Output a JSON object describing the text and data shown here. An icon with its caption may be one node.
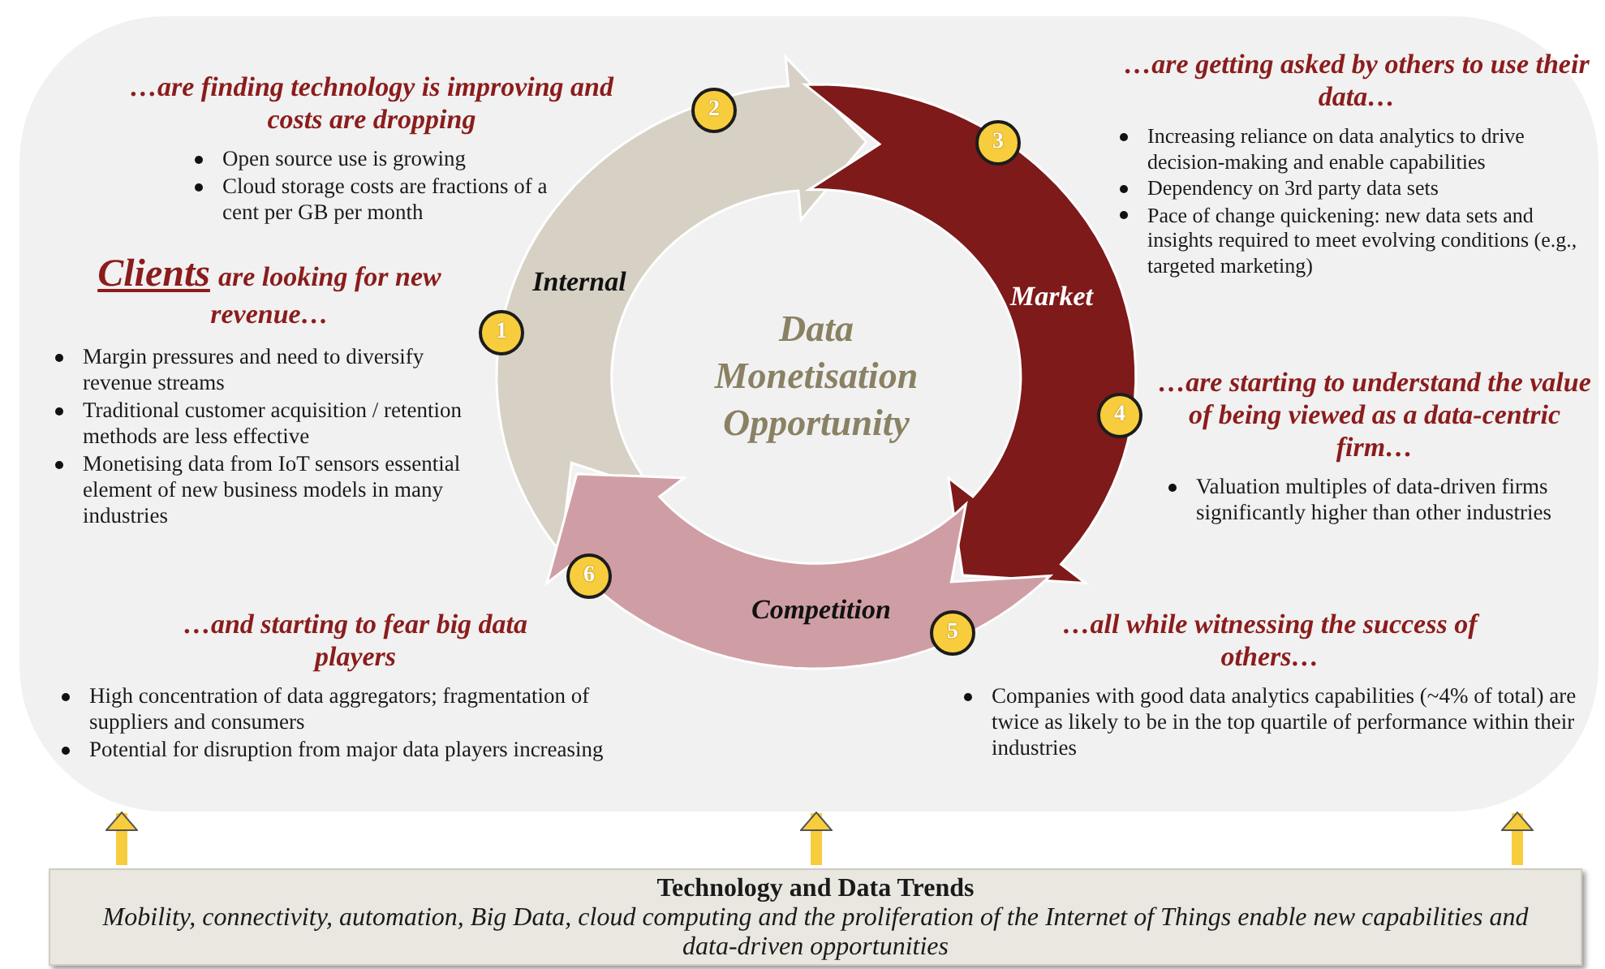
{
  "diagram": {
    "nodes": [
      {
        "text": [],
        "shape": "box"
      },
      {
        "text": [
          "Internal"
        ],
        "in": 0
      },
      {
        "text": [
          "Market"
        ],
        "in": 0
      },
      {
        "text": [
          "Competition"
        ],
        "in": 0
      },
      {
        "text": [
          "1"
        ],
        "in": 0
      },
      {
        "text": [
          "2"
        ],
        "in": 1
      },
      {
        "text": [
          "3"
        ],
        "in": 2
      },
      {
        "text": [
          "4"
        ],
        "in": 0
      },
      {
        "text": [
          "5"
        ],
        "in": 3
      },
      {
        "text": [
          "6"
        ],
        "in": 3
      },
      {
        "text": [
          "Technology and Data Trends",
          "Mobility, connectivity, automation, Big Data, cloud computing and the proliferation of the Internet of Things enable new capabilities and data-driven opportunities"
        ]
      }
    ],
    "edges": [
      {
        "from": 10,
        "to": 0,
        "arrow": "to"
      },
      {
        "from": 10,
        "to": 0,
        "arrow": "to"
      },
      {
        "from": 10,
        "to": 0,
        "arrow": "to"
      }
    ],
    "labels": [
      "…are finding technology is improving and costs are dropping",
      "Open source use is growing",
      "Cloud storage costs are fractions of a cent per GB per month",
      "…are getting asked by others to use their data…",
      "Increasing reliance on data analytics to drive decision-making and enable capabilities",
      "Dependency on 3rd party data sets",
      "Pace of change quickening: new data sets and insights required to meet evolving conditions (e.g., targeted marketing)",
      "Clients",
      "are looking for new revenue…",
      "Margin pressures and need to diversify revenue streams",
      "Traditional customer acquisition / retention methods are less effective",
      "Monetising data from IoT sensors essential element of new business models in many industries",
      "Data Monetisation Opportunity",
      "…are starting to understand the value of being viewed as a data-centric firm…",
      "Valuation multiples of data-driven firms significantly higher than other industries",
      "…and starting to fear big data players",
      "High concentration of data aggregators; fragmentation of suppliers and consumers",
      "Potential for disruption from major data players increasing",
      "…all while witnessing the success of others…",
      "Companies with good data analytics capabilities (~4% of total) are twice as likely to be in the top quartile of performance within their industries"
    ]
  }
}
